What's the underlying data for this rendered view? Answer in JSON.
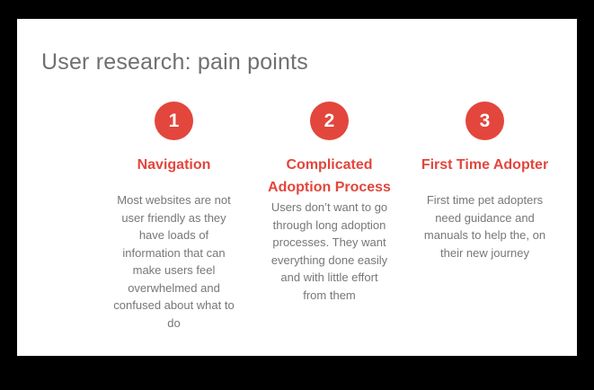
{
  "slide": {
    "title": "User research: pain points",
    "columns": [
      {
        "number": "1",
        "heading": "Navigation",
        "body": "Most websites are not\nuser friendly as they\nhave loads of\ninformation that can\nmake users feel\noverwhelmed and\nconfused about what to\ndo"
      },
      {
        "number": "2",
        "heading": "Complicated\nAdoption Process",
        "body": "Users don’t want to go\nthrough long adoption\nprocesses. They want\neverything done easily\nand with little effort\nfrom them"
      },
      {
        "number": "3",
        "heading": "First Time Adopter",
        "body": "First time pet adopters\nneed guidance and\nmanuals to help the, on\ntheir new journey"
      }
    ],
    "colors": {
      "accent_red": "#e3463c",
      "title_gray": "#6f7072",
      "body_gray": "#76777a",
      "slide_background": "#ffffff",
      "canvas_background": "#000000"
    }
  }
}
